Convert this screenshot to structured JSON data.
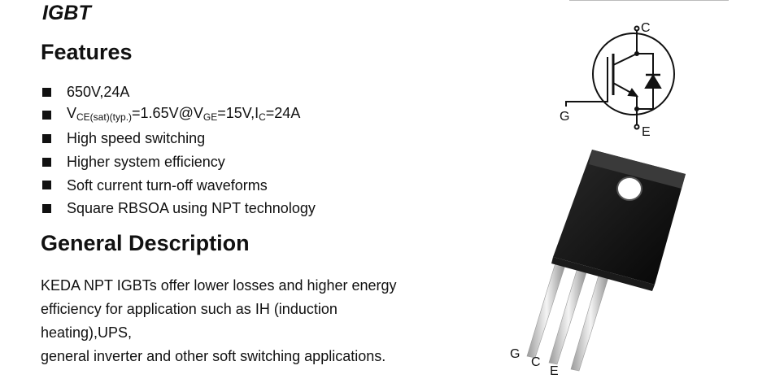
{
  "title": "IGBT",
  "features": {
    "heading": "Features",
    "items": [
      {
        "text": "650V,24A"
      },
      {
        "spec": {
          "v": "V",
          "ce_sub": "CE(sat)(typ.)",
          "eq1": "=1.65V@V",
          "ge_sub": "GE",
          "eq2": "=15V,I",
          "c_sub": "C",
          "eq3": "=24A"
        }
      },
      {
        "text": "High speed switching"
      },
      {
        "text": "Higher system efficiency"
      },
      {
        "text": "Soft current turn-off waveforms"
      },
      {
        "text": "Square RBSOA using NPT technology"
      }
    ]
  },
  "description": {
    "heading": "General Description",
    "lines": [
      "KEDA NPT IGBTs offer lower losses and higher energy",
      "efficiency for application such as IH (induction",
      "heating),UPS,",
      "general inverter and other soft switching applications."
    ]
  },
  "symbol": {
    "pin_c": "C",
    "pin_g": "G",
    "pin_e": "E"
  },
  "package": {
    "pin_g": "G",
    "pin_c": "C",
    "pin_e": "E"
  }
}
